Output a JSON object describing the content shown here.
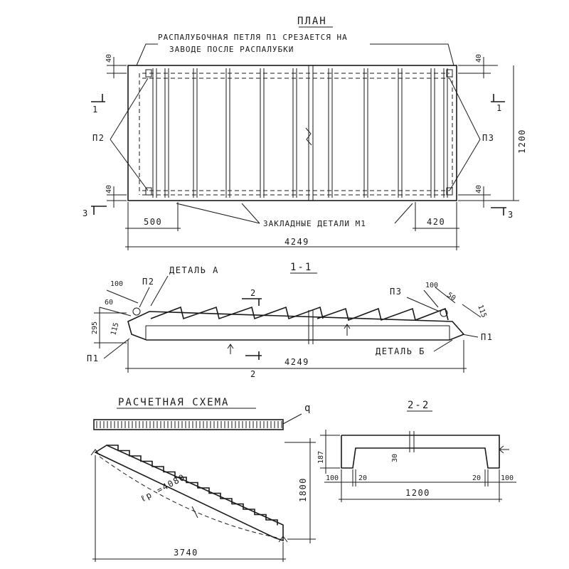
{
  "plan": {
    "title": "ПЛАН",
    "note_line1": "РАСПАЛУБОЧНАЯ ПЕТЛЯ П1 СРЕЗАЕТСЯ  НА",
    "note_line2": "ЗАВОДЕ  ПОСЛЕ  РАСПАЛУБКИ",
    "label_p2": "П2",
    "label_p3": "П3",
    "label_m1": "ЗАКЛАДНЫЕ  ДЕТАЛИ М1",
    "dim_40_top_left": "40",
    "dim_40_bottom_left": "40",
    "dim_40_top_right": "40",
    "dim_40_bottom_right": "40",
    "dim_500": "500",
    "dim_420": "420",
    "dim_4249": "4249",
    "dim_1200": "1200",
    "cut_1_left": "1",
    "cut_1_right": "1",
    "cut_3_left": "3",
    "cut_3_right": "3"
  },
  "section_1": {
    "title": "1-1",
    "detail_a": "ДЕТАЛЬ А",
    "detail_b": "ДЕТАЛЬ Б",
    "label_p2": "П2",
    "label_p3": "П3",
    "label_p1_left": "П1",
    "label_p1_right": "П1",
    "dim_100_left": "100",
    "dim_60": "60",
    "dim_295": "295",
    "dim_115_left": "115",
    "dim_100_right": "100",
    "dim_50": "50",
    "dim_115_right": "115",
    "dim_4249": "4249",
    "cut_2_top": "2",
    "cut_2_bottom": "2"
  },
  "scheme": {
    "title": "РАСЧЕТНАЯ  СХЕМА",
    "load": "q",
    "span": "ℓp =4080",
    "dim_1800": "1800",
    "dim_3740": "3740"
  },
  "section_2": {
    "title": "2-2",
    "dim_187": "187",
    "dim_30": "30",
    "dim_100_left": "100",
    "dim_20_left": "20",
    "dim_20_right": "20",
    "dim_100_right": "100",
    "dim_1200": "1200"
  }
}
